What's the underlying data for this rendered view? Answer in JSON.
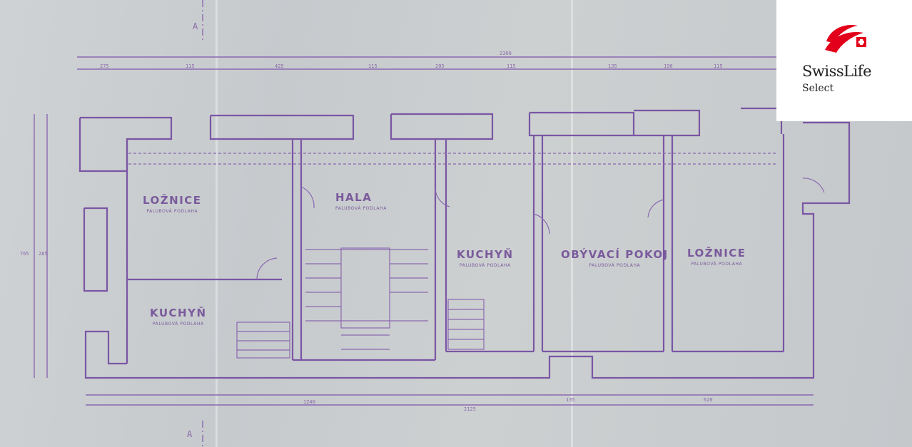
{
  "rooms": [
    {
      "name": "LOŽNICE",
      "floor": "PALUBOVÁ PODLAHA"
    },
    {
      "name": "HALA",
      "floor": "PALUBOVÁ PODLAHA"
    },
    {
      "name": "KUCHYŇ",
      "floor": "PALUBOVÁ PODLAHA"
    },
    {
      "name": "OBÝVACÍ POKOJ",
      "floor": "PALUBOVÁ PODLAHA"
    },
    {
      "name": "LOŽNICE",
      "floor": "PALUBOVÁ PODLAHA"
    },
    {
      "name": "KUCHYŇ",
      "floor": "PALUBOVÁ PODLAHA"
    }
  ],
  "dimensions": {
    "overall_top": "2300",
    "top_row": [
      "275",
      "115",
      "425",
      "115",
      "205",
      "115",
      "135",
      "190",
      "115"
    ],
    "bottom_left": "1240",
    "bottom_total": "2125",
    "bottom_mid": "135",
    "bottom_right": "620",
    "left_total": "765",
    "left_mid": "285"
  },
  "section_marks": [
    "A",
    "A"
  ],
  "logo": {
    "brand": "SwissLife",
    "sub": "Select",
    "color": "#e3001b"
  }
}
